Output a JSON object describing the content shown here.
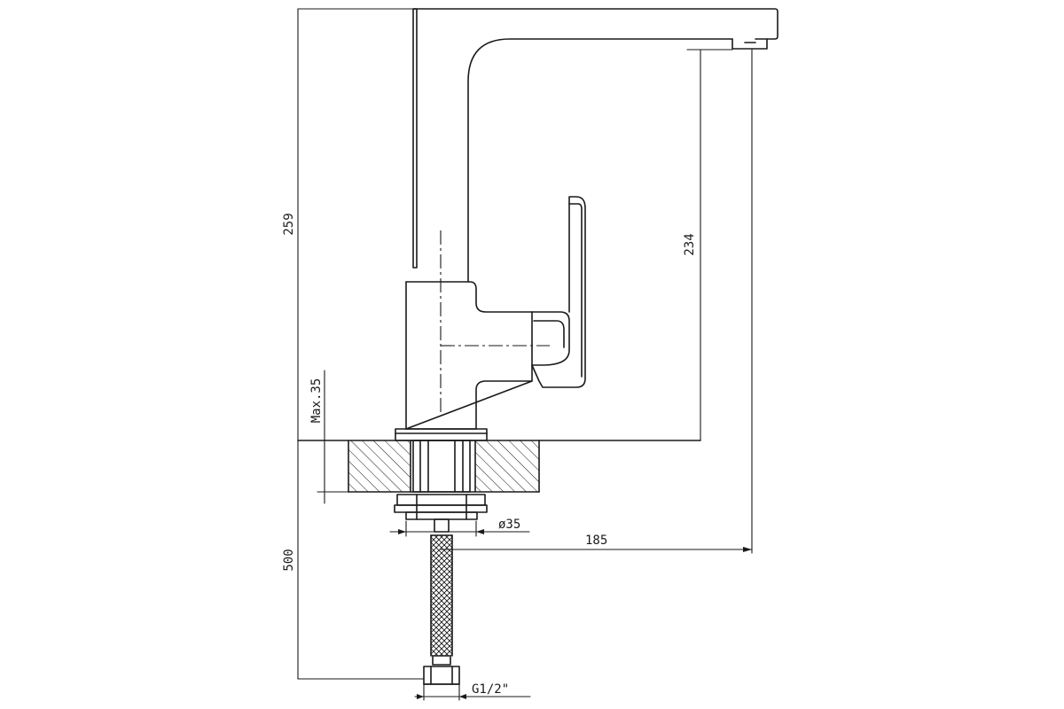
{
  "dimensions": {
    "total_height": "259",
    "spout_height": "234",
    "max_deck_thickness": "Max.35",
    "hose_length": "500",
    "hole_diameter": "ø35",
    "spout_reach": "185",
    "connection_thread": "G1/2\""
  }
}
